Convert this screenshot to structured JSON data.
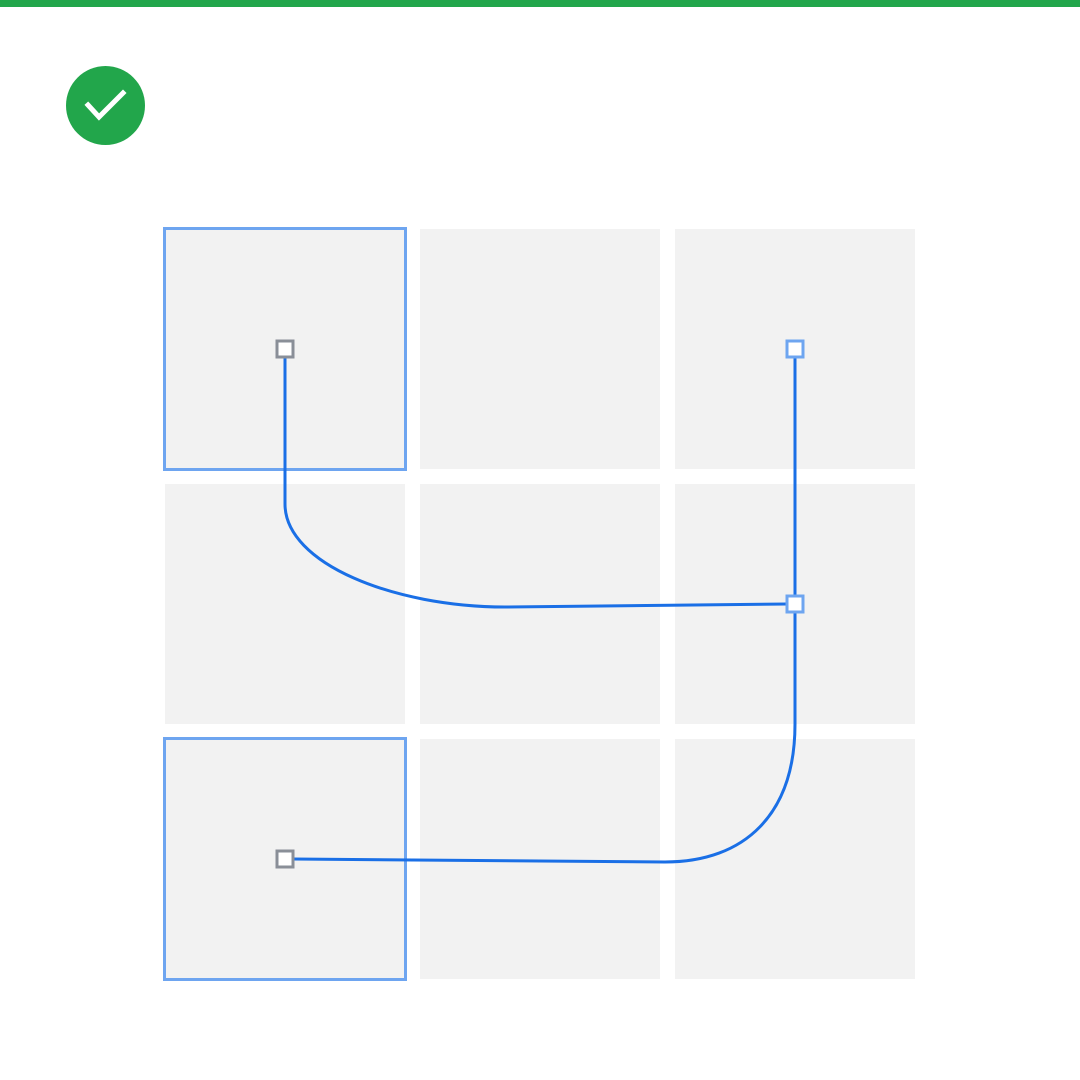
{
  "colors": {
    "accent_bar": "#22a64b",
    "status_ok": "#22a64b",
    "cell_fill": "#f2f2f2",
    "cell_selected_stroke": "#6ea5f0",
    "connector_line": "#1a6fe6",
    "handle_default_stroke": "#8a8f98",
    "handle_active_stroke": "#6ea5f0",
    "background": "#ffffff"
  },
  "status": {
    "icon": "check-circle-icon",
    "state": "success"
  },
  "grid": {
    "rows": 3,
    "cols": 3,
    "selected_cells": [
      {
        "row": 0,
        "col": 0
      },
      {
        "row": 2,
        "col": 0
      }
    ]
  },
  "handles": [
    {
      "id": "handle-a",
      "row": 0,
      "col": 0,
      "style": "default"
    },
    {
      "id": "handle-b",
      "row": 0,
      "col": 2,
      "style": "active"
    },
    {
      "id": "handle-c",
      "row": 1,
      "col": 2,
      "style": "active"
    },
    {
      "id": "handle-d",
      "row": 2,
      "col": 0,
      "style": "default"
    }
  ],
  "connectors": [
    {
      "id": "connector-1",
      "from": "handle-a",
      "to": "handle-c",
      "route": "down-then-right"
    },
    {
      "id": "connector-2",
      "from": "handle-b",
      "to": "handle-d",
      "route": "down-then-left"
    }
  ]
}
